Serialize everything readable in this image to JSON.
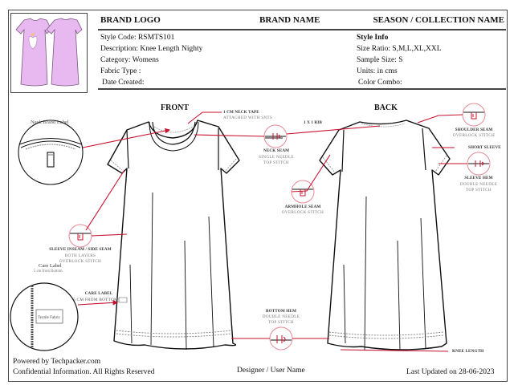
{
  "header": {
    "brand_logo": "BRAND LOGO",
    "brand_name": "BRAND NAME",
    "season": "SEASON / COLLECTION NAME"
  },
  "style_details": {
    "style_code": "Style Code: RSMTS101",
    "description": "Description: Knee Length Nighty",
    "category": "Category: Womens",
    "fabric_type": "Fabric Type :",
    "date_created": "Date Created:"
  },
  "style_info": {
    "title": "Style Info",
    "size_ratio": "Size Ratio: S,M,L,XL,XXL",
    "sample_size": "Sample Size: S",
    "units": "Units: in cms",
    "color_combo": "Color Combo:"
  },
  "thumbnail": {
    "fill_color": "#e8b8f0",
    "outline_color": "#7a5a80"
  },
  "views": {
    "front": "FRONT",
    "back": "BACK"
  },
  "callouts": {
    "neck_brand_label": "Neck Brand Label",
    "neck_tape": {
      "title": "1 CM NECK TAPE",
      "sub": "ATTACHED WITH SNTS"
    },
    "rib": "1 X 1 RIB",
    "neck_seam": {
      "title": "NECK SEAM",
      "sub1": "SINGLE NEEDLE",
      "sub2": "TOP STITCH"
    },
    "armhole_seam": {
      "title": "ARMHOLE SEAM",
      "sub": "OVERLOCK STITCH"
    },
    "shoulder_seam": {
      "title": "SHOULDER SEAM",
      "sub": "OVERLOCK STITCH"
    },
    "short_sleeve": "SHORT SLEEVE",
    "sleeve_hem": {
      "title": "SLEEVE HEM",
      "sub1": "DOUBLE NEEDLE",
      "sub2": "TOP STITCH"
    },
    "side_seam": {
      "title": "SLEEVE INSEAM / SIDE SEAM",
      "sub1": "BOTH LAYERS",
      "sub2": "OVERLOCK STITCH"
    },
    "care_label_detail": {
      "title": "Care Label",
      "sub": "5 cm from Bottom"
    },
    "care_label": {
      "title": "CARE LABEL",
      "sub": "5 CM FROM BOTTOM"
    },
    "care_label_tag": "Textile Fabric",
    "bottom_hem": {
      "title": "BOTTOM HEM",
      "sub1": "DOUBLE NEEDLE",
      "sub2": "TOP STITCH"
    },
    "knee_length": "KNEE LENGTH"
  },
  "colors": {
    "accent": "#c8102e",
    "line": "#111111",
    "callout_circle": "#e88a96"
  },
  "footer": {
    "powered_by": "Powered by Techpacker.com",
    "confidential": "Confidential Information. All Rights Reserved",
    "designer": "Designer / User Name",
    "last_updated": "Last Updated on 28-06-2023"
  }
}
